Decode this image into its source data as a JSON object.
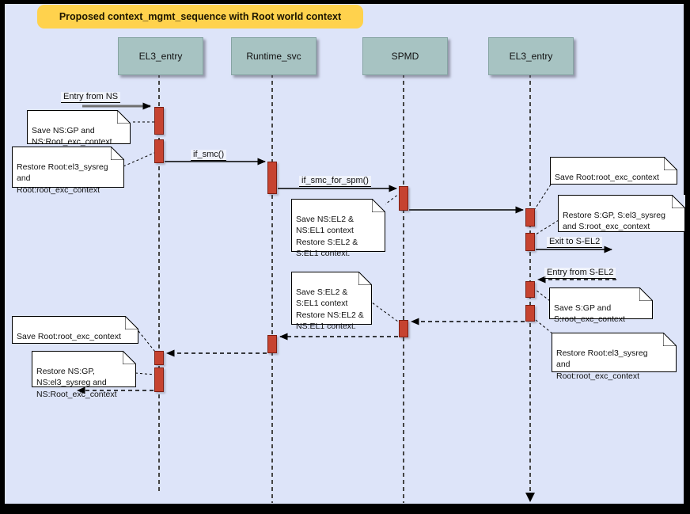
{
  "title": "Proposed context_mgmt_sequence with Root world context",
  "lifelines": [
    {
      "id": "el3-entry-left",
      "label": "EL3_entry"
    },
    {
      "id": "runtime-svc",
      "label": "Runtime_svc"
    },
    {
      "id": "spmd",
      "label": "SPMD"
    },
    {
      "id": "el3-entry-right",
      "label": "EL3_entry"
    }
  ],
  "messages": {
    "entry_from_ns": "Entry from NS",
    "if_smc": "if_smc()",
    "if_smc_for_spm": "if_smc_for_spm()",
    "exit_to_s_el2": "Exit to S-EL2",
    "entry_from_s_el2": "Entry from S-EL2"
  },
  "notes": {
    "save_ns_gp": "Save NS:GP and\nNS:Root_exc_context",
    "restore_root_sysreg_left": "Restore Root:el3_sysreg\nand\nRoot:root_exc_context",
    "save_ns_el2": "Save NS:EL2 &\nNS:EL1 context\nRestore S:EL2 &\nS:EL1 context.",
    "save_root_exc_right": "Save Root:root_exc_context",
    "restore_s_gp": "Restore S:GP, S:el3_sysreg\nand S:root_exc_context",
    "save_s_gp": "Save S:GP and\nS:root_exc_context",
    "restore_root_sysreg_right": "Restore Root:el3_sysreg\nand\nRoot:root_exc_context",
    "save_s_el2": "Save S:EL2 &\nS:EL1 context\nRestore NS:EL2 &\nNS:EL1 context.",
    "save_root_exc_left": "Save Root:root_exc_context",
    "restore_ns_gp": "Restore NS:GP,\nNS:el3_sysreg and\nNS:Root_exc_context"
  },
  "colors": {
    "frame": "#000000",
    "background": "#dde4f9",
    "title_bg": "#ffd24d",
    "lifeline_header_bg": "#a7c3c2",
    "activation_bar": "#c64330",
    "note_bg": "#ffffff"
  }
}
